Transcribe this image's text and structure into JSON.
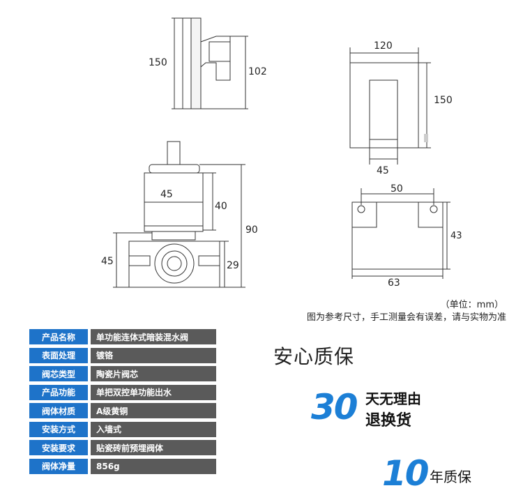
{
  "dimensions": {
    "side_view": {
      "height_outer": "150",
      "height_inner": "102"
    },
    "front_plate": {
      "width": "120",
      "height": "150",
      "slot_width": "45"
    },
    "valve_body": {
      "cap_width": "45",
      "cap_height": "40",
      "total_height": "90",
      "base_width": "45",
      "base_height": "29"
    },
    "back_bracket": {
      "hole_spacing": "50",
      "height": "43",
      "width": "63"
    }
  },
  "notes": {
    "unit": "（单位：mm）",
    "reference": "图为参考尺寸，手工测量会有误差，请与实物为准"
  },
  "specs": [
    {
      "key": "产品名称",
      "value": "单功能连体式暗装混水阀"
    },
    {
      "key": "表面处理",
      "value": "镀铬"
    },
    {
      "key": "阀芯类型",
      "value": "陶瓷片阀芯"
    },
    {
      "key": "产品功能",
      "value": "单把双控单功能出水"
    },
    {
      "key": "阀体材质",
      "value": "A级黄铜"
    },
    {
      "key": "安装方式",
      "value": "入墙式"
    },
    {
      "key": "安装要求",
      "value": "贴瓷砖前预埋阀体"
    },
    {
      "key": "阀体净量",
      "value": "856g"
    }
  ],
  "guarantee": {
    "title": "安心质保",
    "return_days": "30",
    "return_line1": "天无理由",
    "return_line2": "退换货",
    "warranty_years": "10",
    "warranty_text": "年质保"
  },
  "colors": {
    "accent_blue": "#1e73c9",
    "value_gray": "#5a5a5a",
    "number_blue": "#1c7fd6"
  }
}
